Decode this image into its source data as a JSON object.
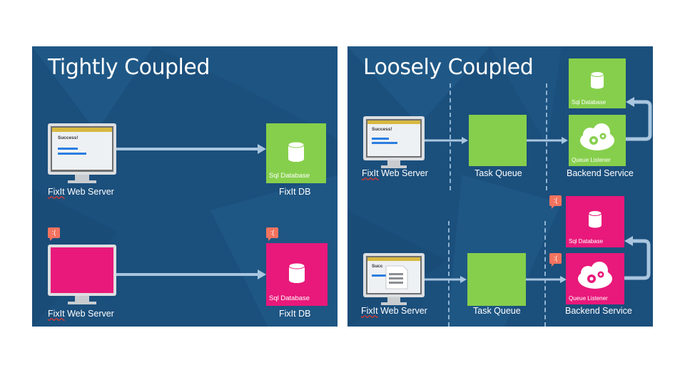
{
  "left_panel": {
    "title": "Tightly Coupled",
    "top_row": {
      "server_label_a": "FixIt",
      "server_label_b": " Web Server",
      "screen_text": "Success!",
      "db_caption_a": "Sql",
      "db_caption_b": " Database",
      "db_label": "FixIt DB"
    },
    "bottom_row": {
      "server_bubble": ":(",
      "db_bubble": ":(",
      "server_label_a": "FixIt",
      "server_label_b": " Web Server",
      "db_caption_a": "Sql",
      "db_caption_b": " Database",
      "db_label": "FixIt DB"
    }
  },
  "right_panel": {
    "title": "Loosely Coupled",
    "top_row": {
      "server_label_a": "FixIt",
      "server_label_b": " Web Server",
      "screen_text": "Success!",
      "queue_label": "Task Queue",
      "listener_caption": "Queue Listener",
      "db_caption": "Sql Database",
      "backend_label": "Backend Service"
    },
    "bottom_row": {
      "server_label_a": "FixIt",
      "server_label_b": " Web Server",
      "screen_text": "Succ",
      "queue_label": "Task Queue",
      "listener_caption": "Queue Listener",
      "db_caption": "Sql Database",
      "backend_label": "Backend Service",
      "db_bubble": ":(",
      "listener_bubble": ":("
    }
  },
  "colors": {
    "panel_bg": "#1b4f7c",
    "green": "#86cf4c",
    "pink": "#e8197a",
    "bubble": "#f2735f",
    "arrow": "#a9c6df"
  }
}
